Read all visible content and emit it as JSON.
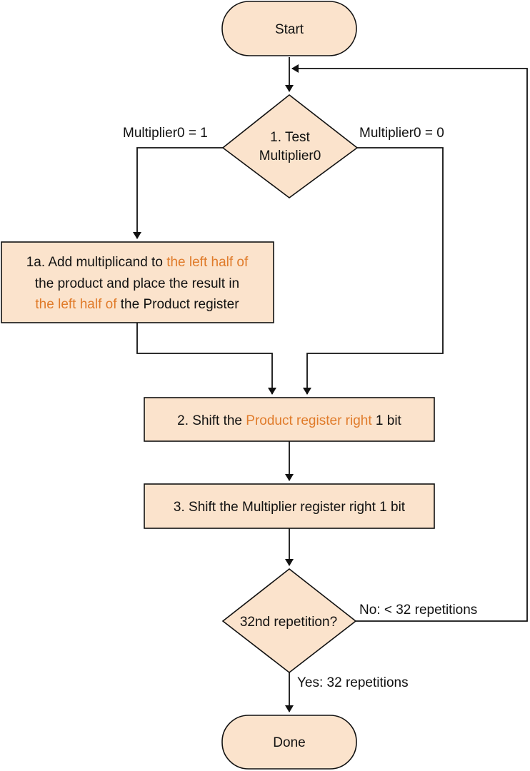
{
  "colors": {
    "node_fill": "#fbe3cc",
    "highlight": "#e07b2a",
    "stroke": "#111111"
  },
  "nodes": {
    "start": {
      "label": "Start"
    },
    "test": {
      "line1": "1. Test",
      "line2": "Multiplier0"
    },
    "add": {
      "l1_a": "1a. Add multiplicand to ",
      "l1_hl": "the left half of",
      "l2": "the product and place the result in",
      "l3_hl": "the left half of",
      "l3_b": " the Product register"
    },
    "shift_product": {
      "a": "2. Shift the ",
      "hl": "Product register right",
      "b": " 1 bit"
    },
    "shift_multiplier": {
      "label": "3. Shift the Multiplier register right 1 bit"
    },
    "repetition": {
      "label": "32nd repetition?"
    },
    "done": {
      "label": "Done"
    }
  },
  "edges": {
    "multiplier_one": "Multiplier0 = 1",
    "multiplier_zero": "Multiplier0 = 0",
    "no_loop": "No:  < 32 repetitions",
    "yes_done": "Yes:  32 repetitions"
  }
}
